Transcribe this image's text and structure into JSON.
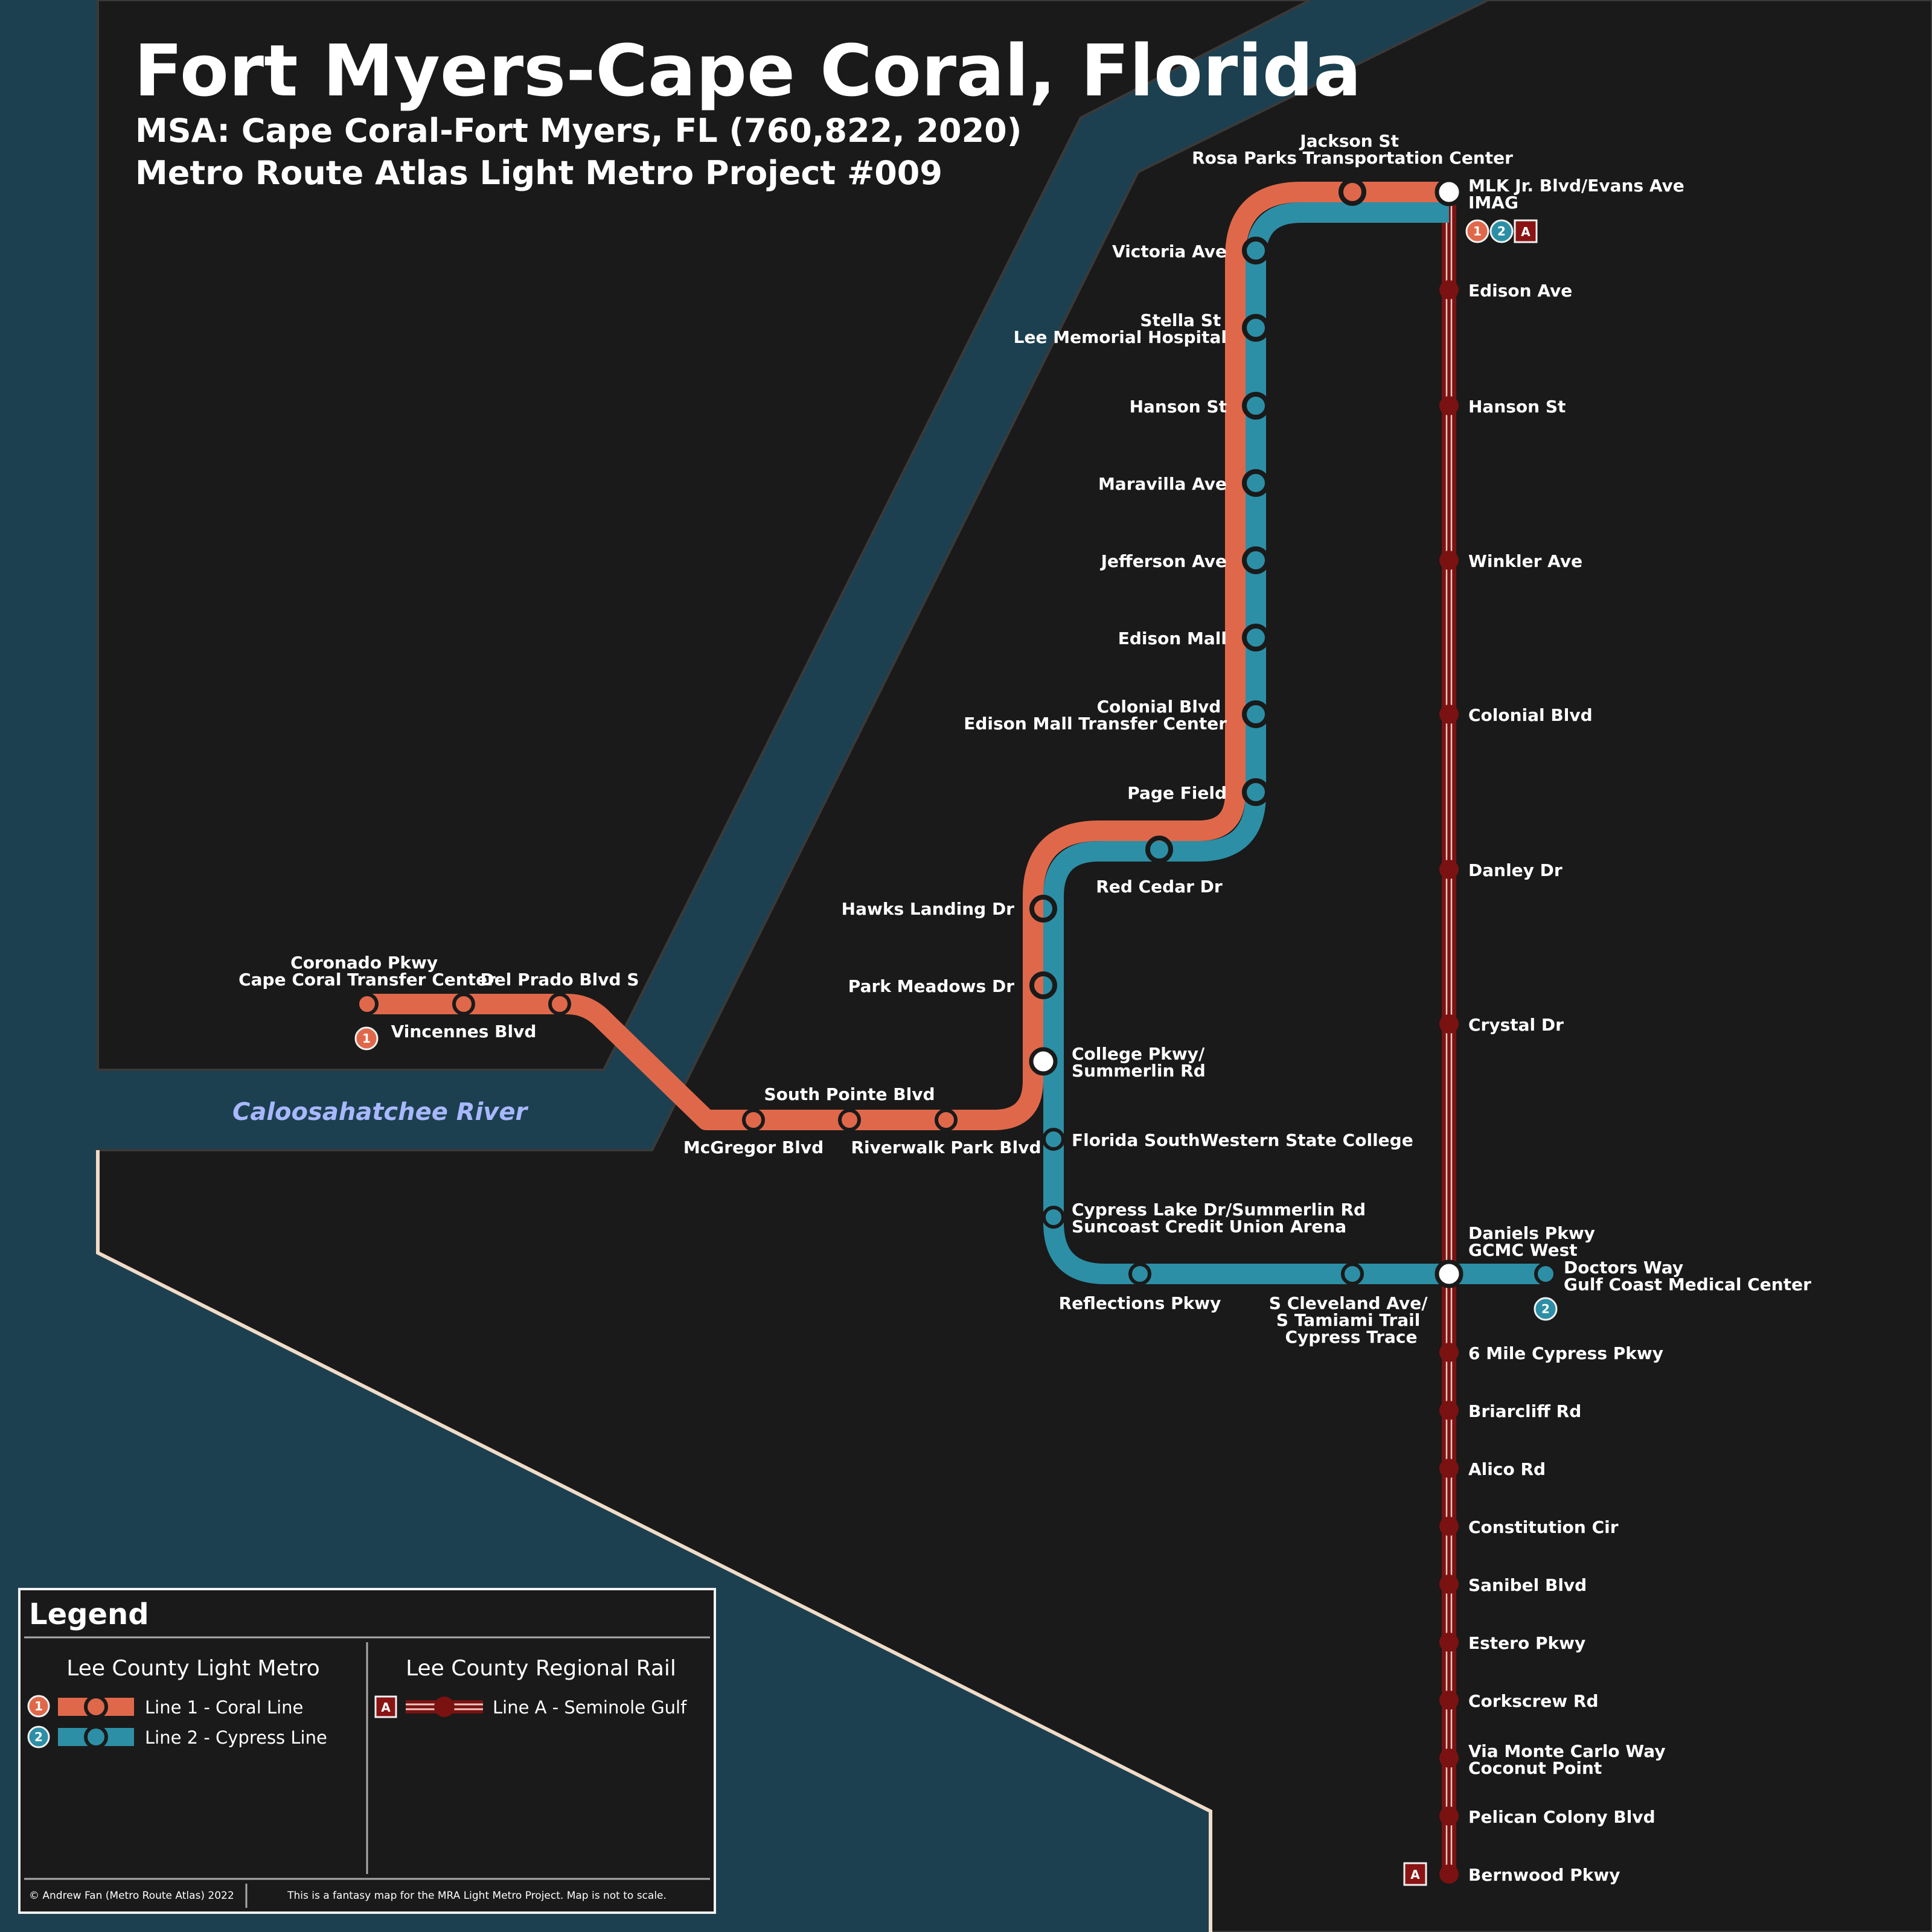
{
  "header": {
    "title": "Fort Myers-Cape Coral, Florida",
    "msa": "MSA: Cape Coral-Fort Myers, FL (760,822, 2020)",
    "project": "Metro Route Atlas Light Metro Project #009"
  },
  "river_label": "Caloosahatchee River",
  "colors": {
    "background_land": "#1a1a1a",
    "water": "#1c4050",
    "line1_coral": "#e0684a",
    "line2_cypress": "#2c8fa6",
    "lineA_rail": "#7a1212",
    "rail_stripe": "#f2c8c0",
    "coast": "#f0dcc8"
  },
  "stations": {
    "coronado": [
      "Coronado Pkwy",
      "Cape Coral Transfer Center"
    ],
    "vincennes": [
      "Vincennes Blvd"
    ],
    "del_prado": [
      "Del Prado Blvd S"
    ],
    "mcgregor": [
      "McGregor Blvd"
    ],
    "south_pointe": [
      "South Pointe Blvd"
    ],
    "riverwalk": [
      "Riverwalk Park Blvd"
    ],
    "college": [
      "College Pkwy/",
      "Summerlin Rd"
    ],
    "park_meadows": [
      "Park Meadows Dr"
    ],
    "hawks": [
      "Hawks Landing Dr"
    ],
    "red_cedar": [
      "Red Cedar Dr"
    ],
    "page_field": [
      "Page Field"
    ],
    "colonial_w": [
      "Colonial Blvd",
      "Edison Mall Transfer Center"
    ],
    "edison_mall": [
      "Edison Mall"
    ],
    "jefferson": [
      "Jefferson Ave"
    ],
    "maravilla": [
      "Maravilla Ave"
    ],
    "hanson_w": [
      "Hanson St"
    ],
    "stella": [
      "Stella St",
      "Lee Memorial Hospital"
    ],
    "victoria": [
      "Victoria Ave"
    ],
    "jackson": [
      "Jackson St",
      "Rosa Parks Transportation Center"
    ],
    "mlk": [
      "MLK Jr. Blvd/Evans Ave",
      "IMAG"
    ],
    "fsw": [
      "Florida SouthWestern State College"
    ],
    "cypress_lake": [
      "Cypress Lake Dr/Summerlin Rd",
      "Suncoast Credit Union Arena"
    ],
    "reflections": [
      "Reflections Pkwy"
    ],
    "cleveland": [
      "S Cleveland Ave/",
      "S Tamiami Trail",
      "Cypress Trace"
    ],
    "daniels": [
      "Daniels Pkwy",
      "GCMC West"
    ],
    "doctors": [
      "Doctors Way",
      "Gulf Coast Medical Center"
    ],
    "edison_ave": [
      "Edison Ave"
    ],
    "hanson_e": [
      "Hanson St"
    ],
    "winkler": [
      "Winkler Ave"
    ],
    "colonial_e": [
      "Colonial Blvd"
    ],
    "danley": [
      "Danley Dr"
    ],
    "crystal": [
      "Crystal Dr"
    ],
    "six_mile": [
      "6 Mile Cypress Pkwy"
    ],
    "briarcliff": [
      "Briarcliff Rd"
    ],
    "alico": [
      "Alico Rd"
    ],
    "constitution": [
      "Constitution Cir"
    ],
    "sanibel": [
      "Sanibel Blvd"
    ],
    "estero": [
      "Estero Pkwy"
    ],
    "corkscrew": [
      "Corkscrew Rd"
    ],
    "via_monte": [
      "Via Monte Carlo Way",
      "Coconut Point"
    ],
    "pelican": [
      "Pelican Colony Blvd"
    ],
    "bernwood": [
      "Bernwood Pkwy"
    ]
  },
  "badges": {
    "line1": "1",
    "line2": "2",
    "lineA": "A"
  },
  "legend": {
    "title": "Legend",
    "light_metro_heading": "Lee County Light Metro",
    "regional_rail_heading": "Lee County Regional Rail",
    "line1_label": "Line 1 - Coral Line",
    "line2_label": "Line 2 - Cypress Line",
    "lineA_label": "Line A - Seminole Gulf",
    "credit": "© Andrew Fan (Metro Route Atlas) 2022",
    "disclaimer": "This is a fantasy map for the MRA Light Metro Project. Map is not to scale."
  }
}
